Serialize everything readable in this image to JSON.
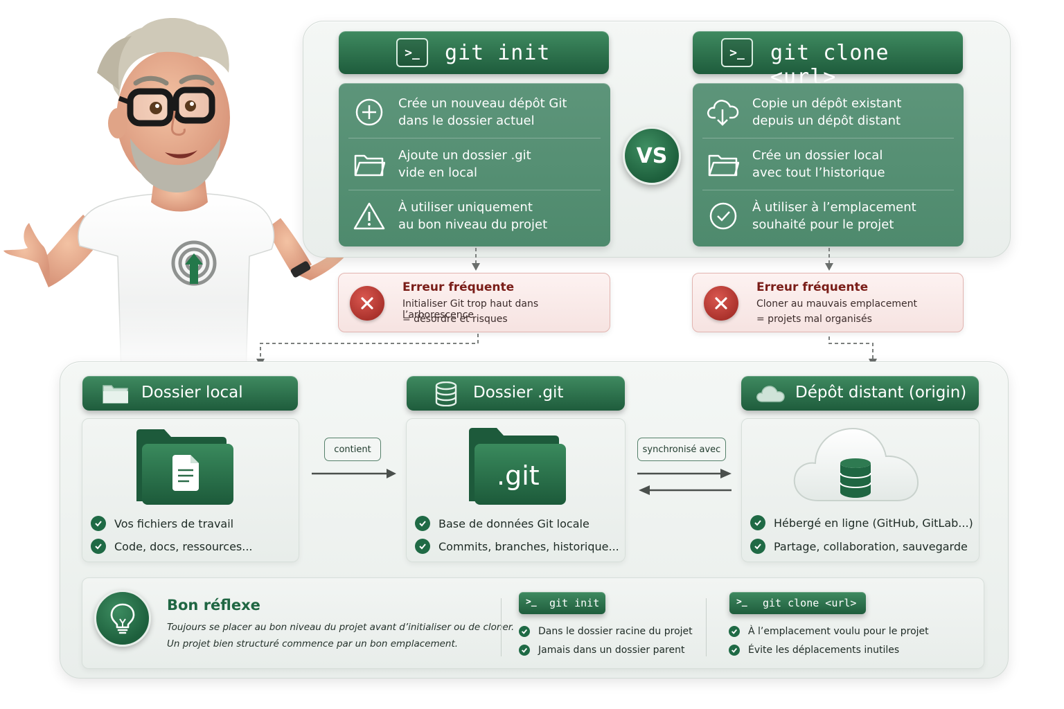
{
  "init": {
    "command": "git init",
    "prompt": ">_",
    "rows": [
      {
        "icon": "plus-circle-icon",
        "line1": "Crée un nouveau dépôt Git",
        "line2": "dans le dossier actuel"
      },
      {
        "icon": "folder-icon",
        "line1": "Ajoute un dossier .git",
        "line2": "vide en local"
      },
      {
        "icon": "warning-icon",
        "line1": "À utiliser uniquement",
        "line2": "au bon niveau du projet"
      }
    ],
    "error": {
      "title": "Erreur fréquente",
      "line1": "Initialiser Git trop haut dans l’arborescence",
      "line2": "= désordre et risques"
    }
  },
  "clone": {
    "command": "git clone <url>",
    "prompt": ">_",
    "rows": [
      {
        "icon": "cloud-download-icon",
        "line1": "Copie un dépôt existant",
        "line2": "depuis un dépôt distant"
      },
      {
        "icon": "folder-icon",
        "line1": "Crée un dossier local",
        "line2": "avec tout l’historique"
      },
      {
        "icon": "check-circle-icon",
        "line1": "À utiliser à l’emplacement",
        "line2": "souhaité pour le projet"
      }
    ],
    "error": {
      "title": "Erreur fréquente",
      "line1": "Cloner au mauvais emplacement",
      "line2": "= projets mal organisés"
    }
  },
  "vs_label": "VS",
  "local": {
    "title": "Dossier local",
    "items": [
      "Vos fichiers de travail",
      "Code, docs, ressources..."
    ]
  },
  "gitdir": {
    "title": "Dossier .git",
    "folder_label": ".git",
    "items": [
      "Base de données Git locale",
      "Commits, branches, historique..."
    ]
  },
  "remote": {
    "title": "Dépôt distant (origin)",
    "items": [
      "Hébergé en ligne (GitHub, GitLab...)",
      "Partage, collaboration, sauvegarde"
    ]
  },
  "connectors": {
    "contains": "contient",
    "sync": "synchronisé avec"
  },
  "tip": {
    "title": "Bon réflexe",
    "line1": "Toujours se placer au bon niveau du projet avant d’initialiser ou de cloner.",
    "line2": "Un projet bien structuré commence par un bon emplacement.",
    "init": {
      "command": "git init",
      "prompt": ">_",
      "items": [
        "Dans le dossier racine du projet",
        "Jamais dans un dossier parent"
      ]
    },
    "clone": {
      "command": "git clone <url>",
      "prompt": ">_",
      "items": [
        "À l’emplacement voulu pour le projet",
        "Évite les déplacements inutiles"
      ]
    }
  },
  "colors": {
    "primary_green": "#1e5c3c",
    "card_green": "#568f74",
    "error_red": "#b8362f"
  }
}
